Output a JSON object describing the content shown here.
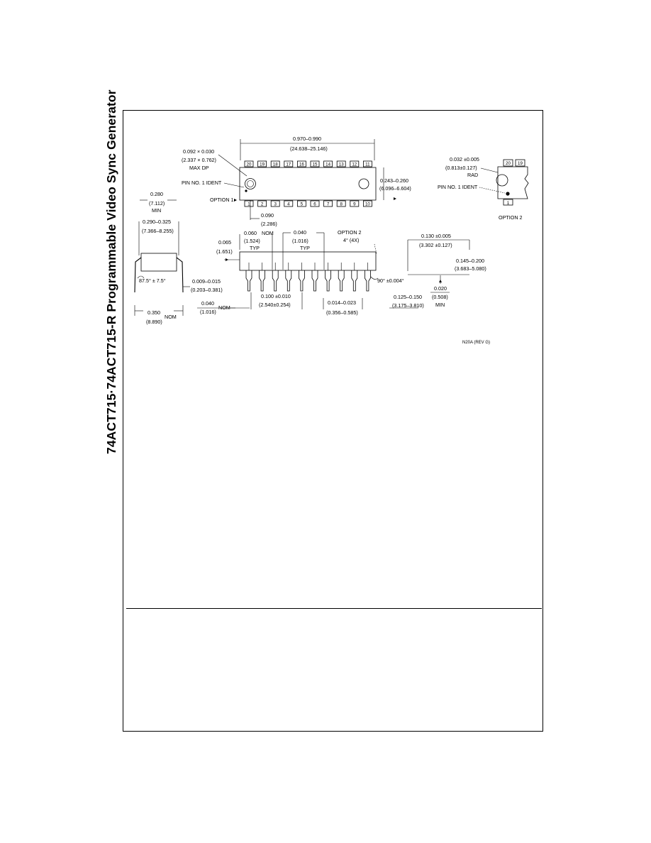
{
  "page": {
    "side_title": "74ACT715·74ACT715-R Programmable Video Sync Generator"
  },
  "drawing": {
    "top_pins": [
      "20",
      "19",
      "18",
      "17",
      "16",
      "15",
      "14",
      "13",
      "12",
      "11"
    ],
    "bottom_pins": [
      "1",
      "2",
      "3",
      "4",
      "5",
      "6",
      "7",
      "8",
      "9",
      "10"
    ],
    "option2_pins": [
      "20",
      "19"
    ],
    "option2_bottom_pin": "1",
    "labels": {
      "length_in": "0.970–0.990",
      "length_mm": "(24.638–25.146)",
      "dia_in": "0.092 × 0.030",
      "dia_mm": "(2.337 × 0.762)",
      "dia_note": "MAX DP",
      "pin1_ident": "PIN NO. 1 IDENT",
      "option1": "OPTION 1",
      "width_in": "0.243–0.260",
      "width_mm": "(6.096–6.604)",
      "tip_in": "0.090",
      "tip_mm": "(2.286)",
      "rad_in": "0.032 ±0.005",
      "rad_mm": "(0.813±0.127)",
      "rad_note": "RAD",
      "pin1_ident_2": "PIN NO. 1 IDENT",
      "option2": "OPTION 2",
      "row_in": "0.280",
      "row_mm": "(7.112)",
      "row_note": "MIN",
      "span_in": "0.290–0.325",
      "span_mm": "(7.366–8.255)",
      "lead_angle": "87.5° ± 7.5°",
      "lead_thk_in": "0.009–0.015",
      "lead_thk_mm": "(0.203–0.381)",
      "out_in": "0.350",
      "out_mm": "(8.890)",
      "out_note": "NOM",
      "end_in": "0.065",
      "end_mm": "(1.651)",
      "shoulder_in": "0.060",
      "shoulder_note": "NOM",
      "shoulder_mm": "(1.524)",
      "shoulder_typ": "TYP",
      "pitch_wide_in": "0.040",
      "pitch_wide_mm": "(1.016)",
      "pitch_wide_typ": "TYP",
      "option2_angle": "OPTION 2",
      "angle_4x": "4° (4X)",
      "height_in": "0.130 ±0.005",
      "height_mm": "(3.302 ±0.127)",
      "seat_in": "0.145–0.200",
      "seat_mm": "(3.683–5.080)",
      "angle_90": "90° ±0.004°",
      "foot_in": "0.040",
      "foot_mm": "(1.016)",
      "foot_note": "NOM",
      "pitch_in": "0.100 ±0.010",
      "pitch_mm": "(2.540±0.254)",
      "lead_w_in": "0.014–0.023",
      "lead_w_mm": "(0.356–0.585)",
      "lead_len_in": "0.125–0.150",
      "lead_len_mm": "(3.175–3.810)",
      "stand_in": "0.020",
      "stand_mm": "(0.508)",
      "stand_note": "MIN",
      "drawing_id": "N20A (REV G)"
    }
  }
}
